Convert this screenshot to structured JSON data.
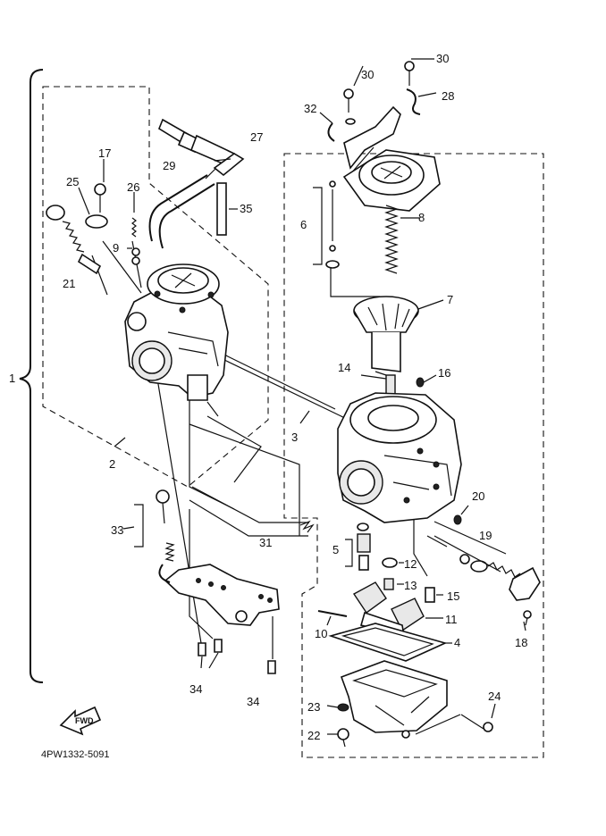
{
  "diagram": {
    "drawing_code": "4PW1332-5091",
    "fwd_label": "FWD",
    "callouts": {
      "c1": "1",
      "c2": "2",
      "c3": "3",
      "c4": "4",
      "c5": "5",
      "c6": "6",
      "c7": "7",
      "c8": "8",
      "c9": "9",
      "c10": "10",
      "c11": "11",
      "c12": "12",
      "c13": "13",
      "c14": "14",
      "c15": "15",
      "c16": "16",
      "c17": "17",
      "c18": "18",
      "c19": "19",
      "c20": "20",
      "c21": "21",
      "c22": "22",
      "c23": "23",
      "c24": "24",
      "c25": "25",
      "c26": "26",
      "c27": "27",
      "c28": "28",
      "c29": "29",
      "c30a": "30",
      "c30b": "30",
      "c31": "31",
      "c32": "32",
      "c33": "33",
      "c34a": "34",
      "c34b": "34",
      "c35": "35"
    }
  }
}
